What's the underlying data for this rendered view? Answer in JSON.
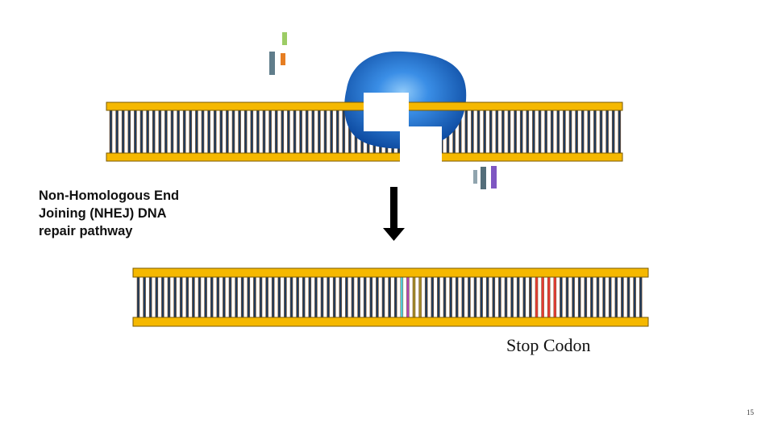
{
  "caption": {
    "lines": [
      "Non-Homologous End",
      "Joining (NHEJ) DNA",
      "repair pathway"
    ]
  },
  "labels": {
    "stop_codon": "Stop Codon"
  },
  "page_number": "15",
  "colors": {
    "backbone": "#f5b800",
    "backbone_edge": "#7a5a00",
    "base_pair": "#1f3b5c",
    "base_pair_outline": "#8a5a2b",
    "protein": "#1565c0",
    "protein_highlight": "#64b5f6",
    "arrow": "#000000",
    "stop_codon": "#e53935",
    "inserted_bases": [
      "#4dd0e1",
      "#ab47bc",
      "#9e8a2a"
    ],
    "loose_bases_top": [
      "#9ccc65",
      "#607d8b",
      "#e67e22"
    ],
    "loose_bases_bottom": [
      "#90a4ae",
      "#546e7a",
      "#7e57c2"
    ]
  },
  "icons": {
    "protein": "ku-protein-blob-icon",
    "arrow": "down-arrow-icon"
  }
}
